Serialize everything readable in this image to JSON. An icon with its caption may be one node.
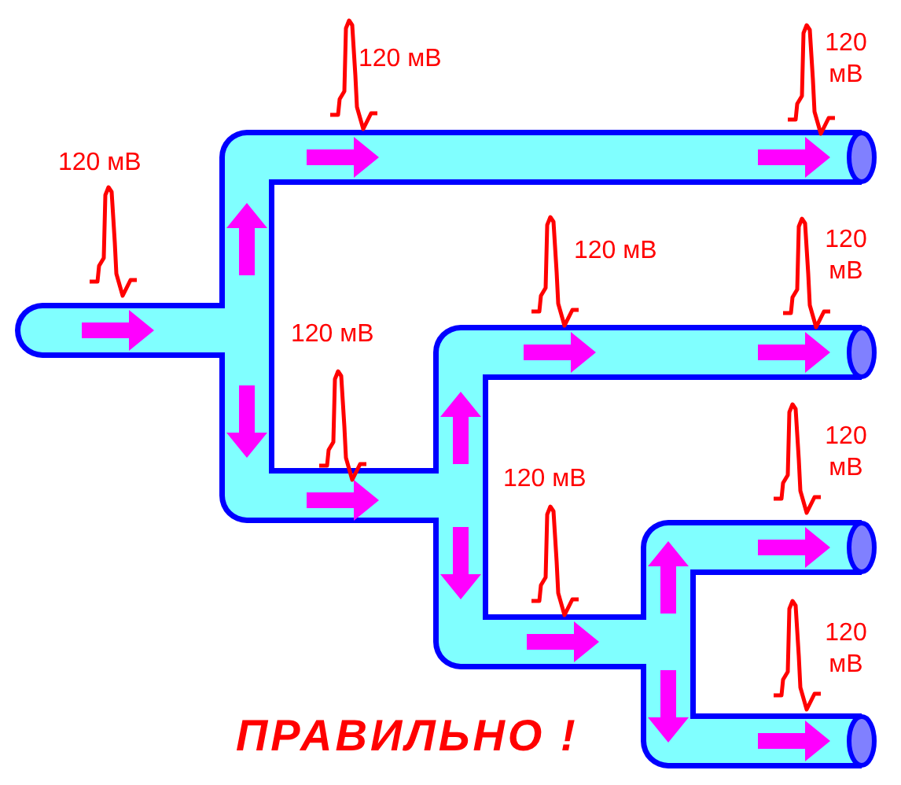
{
  "diagram": {
    "caption": "ПРАВИЛЬНО !",
    "labels": [
      "120 мВ",
      "120 мВ",
      "120 мВ",
      "120 мВ",
      "120 мВ",
      "120 мВ",
      "120 мВ",
      "120 мВ",
      "120 мВ"
    ]
  }
}
